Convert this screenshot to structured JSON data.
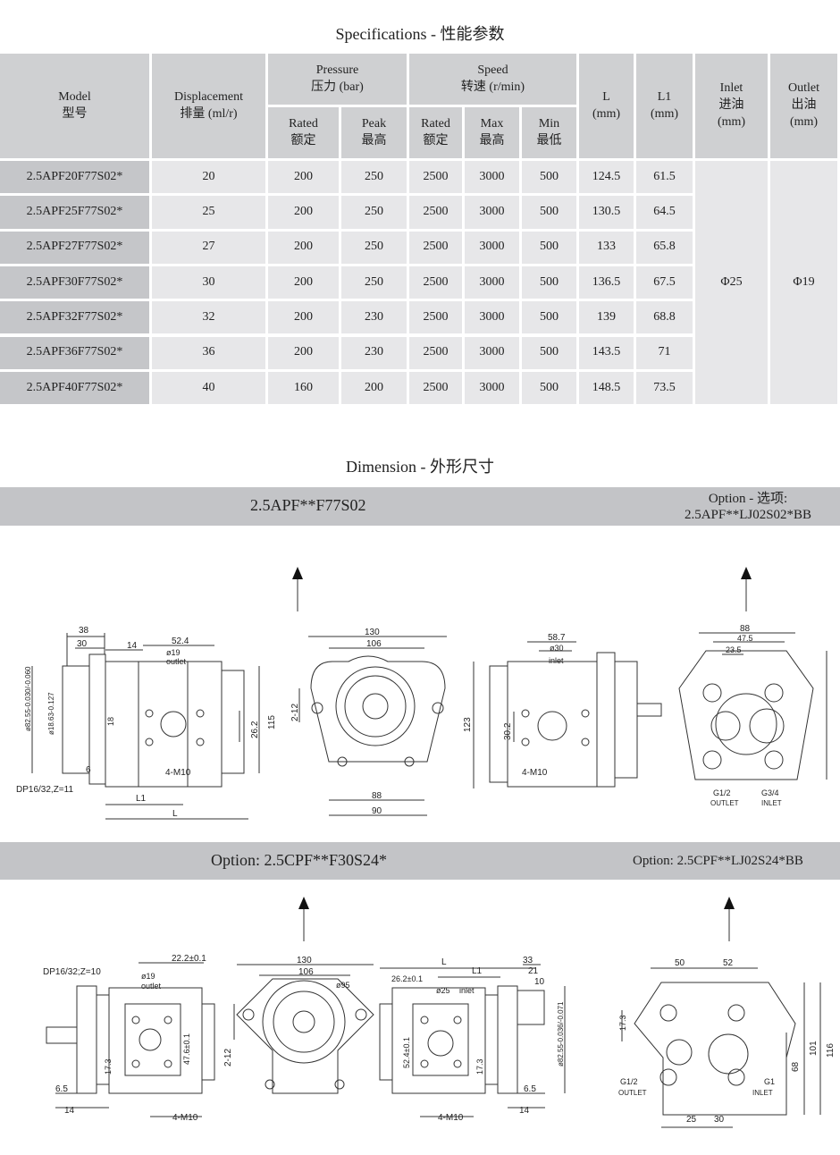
{
  "spec_title": "Specifications - 性能参数",
  "dimension_title": "Dimension - 外形尺寸",
  "headers": {
    "model": "Model\n型号",
    "displacement": "Displacement\n排量 (ml/r)",
    "pressure": "Pressure\n压力 (bar)",
    "rated": "Rated\n额定",
    "peak": "Peak\n最高",
    "speed": "Speed\n转速 (r/min)",
    "rated_speed": "Rated\n额定",
    "max": "Max\n最高",
    "min": "Min\n最低",
    "L": "L\n(mm)",
    "L1": "L1\n(mm)",
    "inlet": "Inlet\n进油\n(mm)",
    "outlet": "Outlet\n出油\n(mm)"
  },
  "rows": [
    {
      "model": "2.5APF20F77S02*",
      "disp": "20",
      "rated": "200",
      "peak": "250",
      "speed_rated": "2500",
      "max": "3000",
      "min": "500",
      "L": "124.5",
      "L1": "61.5"
    },
    {
      "model": "2.5APF25F77S02*",
      "disp": "25",
      "rated": "200",
      "peak": "250",
      "speed_rated": "2500",
      "max": "3000",
      "min": "500",
      "L": "130.5",
      "L1": "64.5"
    },
    {
      "model": "2.5APF27F77S02*",
      "disp": "27",
      "rated": "200",
      "peak": "250",
      "speed_rated": "2500",
      "max": "3000",
      "min": "500",
      "L": "133",
      "L1": "65.8"
    },
    {
      "model": "2.5APF30F77S02*",
      "disp": "30",
      "rated": "200",
      "peak": "250",
      "speed_rated": "2500",
      "max": "3000",
      "min": "500",
      "L": "136.5",
      "L1": "67.5"
    },
    {
      "model": "2.5APF32F77S02*",
      "disp": "32",
      "rated": "200",
      "peak": "230",
      "speed_rated": "2500",
      "max": "3000",
      "min": "500",
      "L": "139",
      "L1": "68.8"
    },
    {
      "model": "2.5APF36F77S02*",
      "disp": "36",
      "rated": "200",
      "peak": "230",
      "speed_rated": "2500",
      "max": "3000",
      "min": "500",
      "L": "143.5",
      "L1": "71"
    },
    {
      "model": "2.5APF40F77S02*",
      "disp": "40",
      "rated": "160",
      "peak": "200",
      "speed_rated": "2500",
      "max": "3000",
      "min": "500",
      "L": "148.5",
      "L1": "73.5"
    }
  ],
  "inlet_value": "Φ25",
  "outlet_value": "Φ19",
  "band1": {
    "left": "2.5APF**F77S02",
    "right": "Option - 选项:\n2.5APF**LJ02S02*BB"
  },
  "band2": {
    "left": "Option: 2.5CPF**F30S24*",
    "right": "Option: 2.5CPF**LJ02S24*BB"
  },
  "dims1": {
    "d38": "38",
    "d30": "30",
    "d14": "14",
    "d524": "52.4",
    "d19": "ø19",
    "outlet": "outlet",
    "d130": "130",
    "d106": "106",
    "d587": "58.7",
    "d30b": "ø30",
    "inlet": "inlet",
    "d88": "88",
    "d475": "47.5",
    "d235": "23.5",
    "d825": "ø82.55-0.030/-0.060",
    "d1863": "ø18.63-0.127",
    "d18": "18",
    "d262": "26.2",
    "d115": "115",
    "d212": "2-12",
    "d123": "123",
    "d302": "30.2",
    "d6": "6",
    "m10a": "4-M10",
    "dp": "DP16/32,Z=11",
    "L1": "L1",
    "L": "L",
    "d88b": "88",
    "d90": "90",
    "m10b": "4-M10",
    "g12": "G1/2",
    "outletb": "OUTLET",
    "g34": "G3/4",
    "inletb": "INLET"
  },
  "dims2": {
    "dp": "DP16/32;Z=10",
    "d19": "ø19",
    "outlet": "outlet",
    "d222": "22.2±0.1",
    "d476": "47.6±0.1",
    "d173": "17.3",
    "d65": "6.5",
    "d14": "14",
    "m10a": "4-M10",
    "d130": "130",
    "d106": "106",
    "d95": "ø95",
    "d212": "2-12",
    "L": "L",
    "L1": "L1",
    "d33": "33",
    "d21": "21",
    "d10": "10",
    "d262": "26.2±0.1",
    "d25": "ø25",
    "inlet": "inlet",
    "d524": "52.4±0.1",
    "d173b": "17.3",
    "d825": "ø82.55-0.036/-0.071",
    "d65b": "6.5",
    "d14b": "14",
    "m10b": "4-M10",
    "d50": "50",
    "d52": "52",
    "d173c": "17.3",
    "d116": "116",
    "d101": "101",
    "d68": "68",
    "g12": "G1/2",
    "outletb": "OUTLET",
    "g1": "G1",
    "inletb": "INLET",
    "d25b": "25",
    "d30": "30"
  }
}
